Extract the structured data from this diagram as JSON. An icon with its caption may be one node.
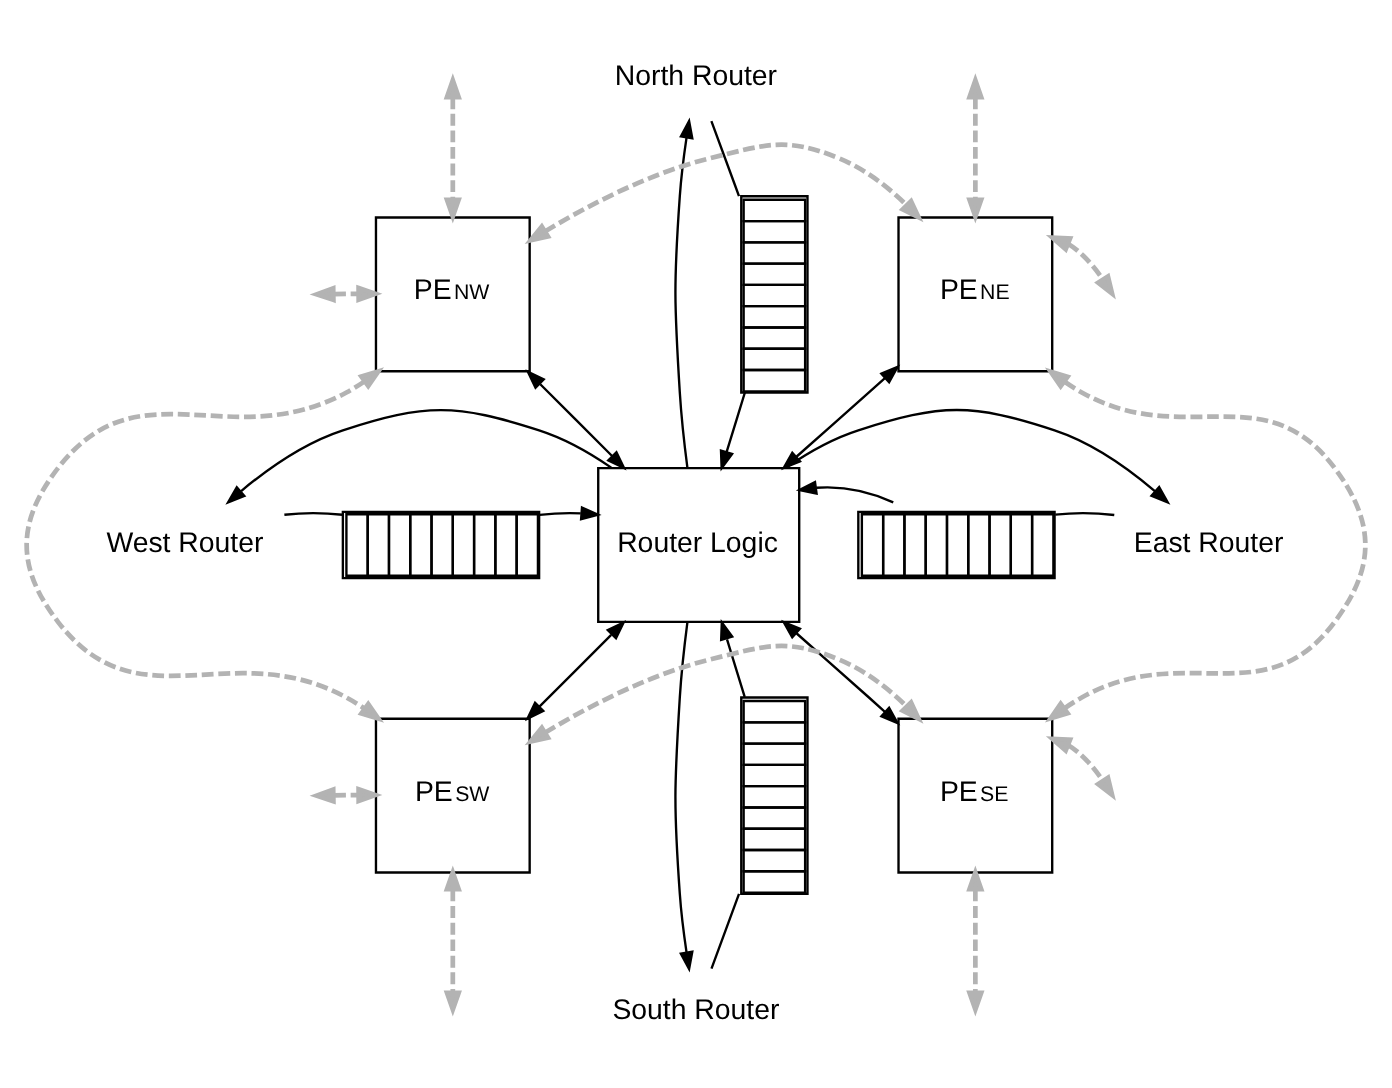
{
  "diagram": {
    "nodes": [
      {
        "text": [
          "North Router"
        ]
      },
      {
        "text": [
          "PE$_{NW}$"
        ]
      },
      {
        "text": [],
        "shape": "bar"
      },
      {
        "text": [
          "PE$_{NE}$"
        ]
      },
      {
        "text": [
          "Router Logic"
        ]
      },
      {
        "text": [],
        "shape": "bar"
      },
      {
        "text": [
          "West Router"
        ]
      },
      {
        "text": [
          "East Router"
        ]
      },
      {
        "text": [],
        "shape": "bar"
      },
      {
        "text": [
          "PE$_{SW}$"
        ]
      },
      {
        "text": [],
        "shape": "bar"
      },
      {
        "text": [
          "PE$_{SE}$"
        ]
      },
      {
        "text": [
          "South Router"
        ]
      }
    ],
    "edges": [
      {
        "from": 0,
        "to": 2,
        "arrow": "none"
      },
      {
        "from": 2,
        "to": 4,
        "arrow": "to"
      },
      {
        "from": 4,
        "to": 0,
        "arrow": "to"
      },
      {
        "from": 7,
        "to": 5,
        "arrow": "none"
      },
      {
        "from": 5,
        "to": 4,
        "arrow": "to"
      },
      {
        "from": 4,
        "to": 7,
        "arrow": "to"
      },
      {
        "from": 4,
        "to": 6,
        "arrow": "to"
      },
      {
        "from": 6,
        "to": 8,
        "arrow": "none"
      },
      {
        "from": 8,
        "to": 4,
        "arrow": "to"
      },
      {
        "from": 4,
        "to": 12,
        "arrow": "to"
      },
      {
        "from": 12,
        "to": 10,
        "arrow": "none"
      },
      {
        "from": 10,
        "to": 4,
        "arrow": "to"
      },
      {
        "from": 1,
        "to": 4,
        "arrow": "both"
      },
      {
        "from": 3,
        "to": 4,
        "arrow": "both"
      },
      {
        "from": 4,
        "to": 9,
        "arrow": "both"
      },
      {
        "from": 4,
        "to": 11,
        "arrow": "both"
      },
      {
        "from": 1,
        "to": 3,
        "arrow": "both",
        "style": "dashed",
        "color": "#b3b3b3"
      },
      {
        "from": 1,
        "to": 9,
        "arrow": "both",
        "style": "dashed",
        "color": "#b3b3b3"
      },
      {
        "from": 3,
        "to": 11,
        "arrow": "both",
        "style": "dashed",
        "color": "#b3b3b3"
      },
      {
        "from": 9,
        "to": 11,
        "arrow": "both",
        "style": "dashed",
        "color": "#b3b3b3"
      },
      {
        "from": null,
        "to": 1,
        "arrow": "both",
        "style": "dashed",
        "color": "#b3b3b3"
      },
      {
        "from": null,
        "to": 1,
        "arrow": "both",
        "style": "dashed",
        "color": "#b3b3b3"
      },
      {
        "from": null,
        "to": 3,
        "arrow": "both",
        "style": "dashed",
        "color": "#b3b3b3"
      },
      {
        "from": 3,
        "to": null,
        "arrow": "both",
        "style": "dashed",
        "color": "#b3b3b3"
      },
      {
        "from": null,
        "to": 9,
        "arrow": "both",
        "style": "dashed",
        "color": "#b3b3b3"
      },
      {
        "from": 9,
        "to": null,
        "arrow": "both",
        "style": "dashed",
        "color": "#b3b3b3"
      },
      {
        "from": 11,
        "to": null,
        "arrow": "both",
        "style": "dashed",
        "color": "#b3b3b3"
      },
      {
        "from": 11,
        "to": null,
        "arrow": "both",
        "style": "dashed",
        "color": "#b3b3b3"
      }
    ]
  }
}
